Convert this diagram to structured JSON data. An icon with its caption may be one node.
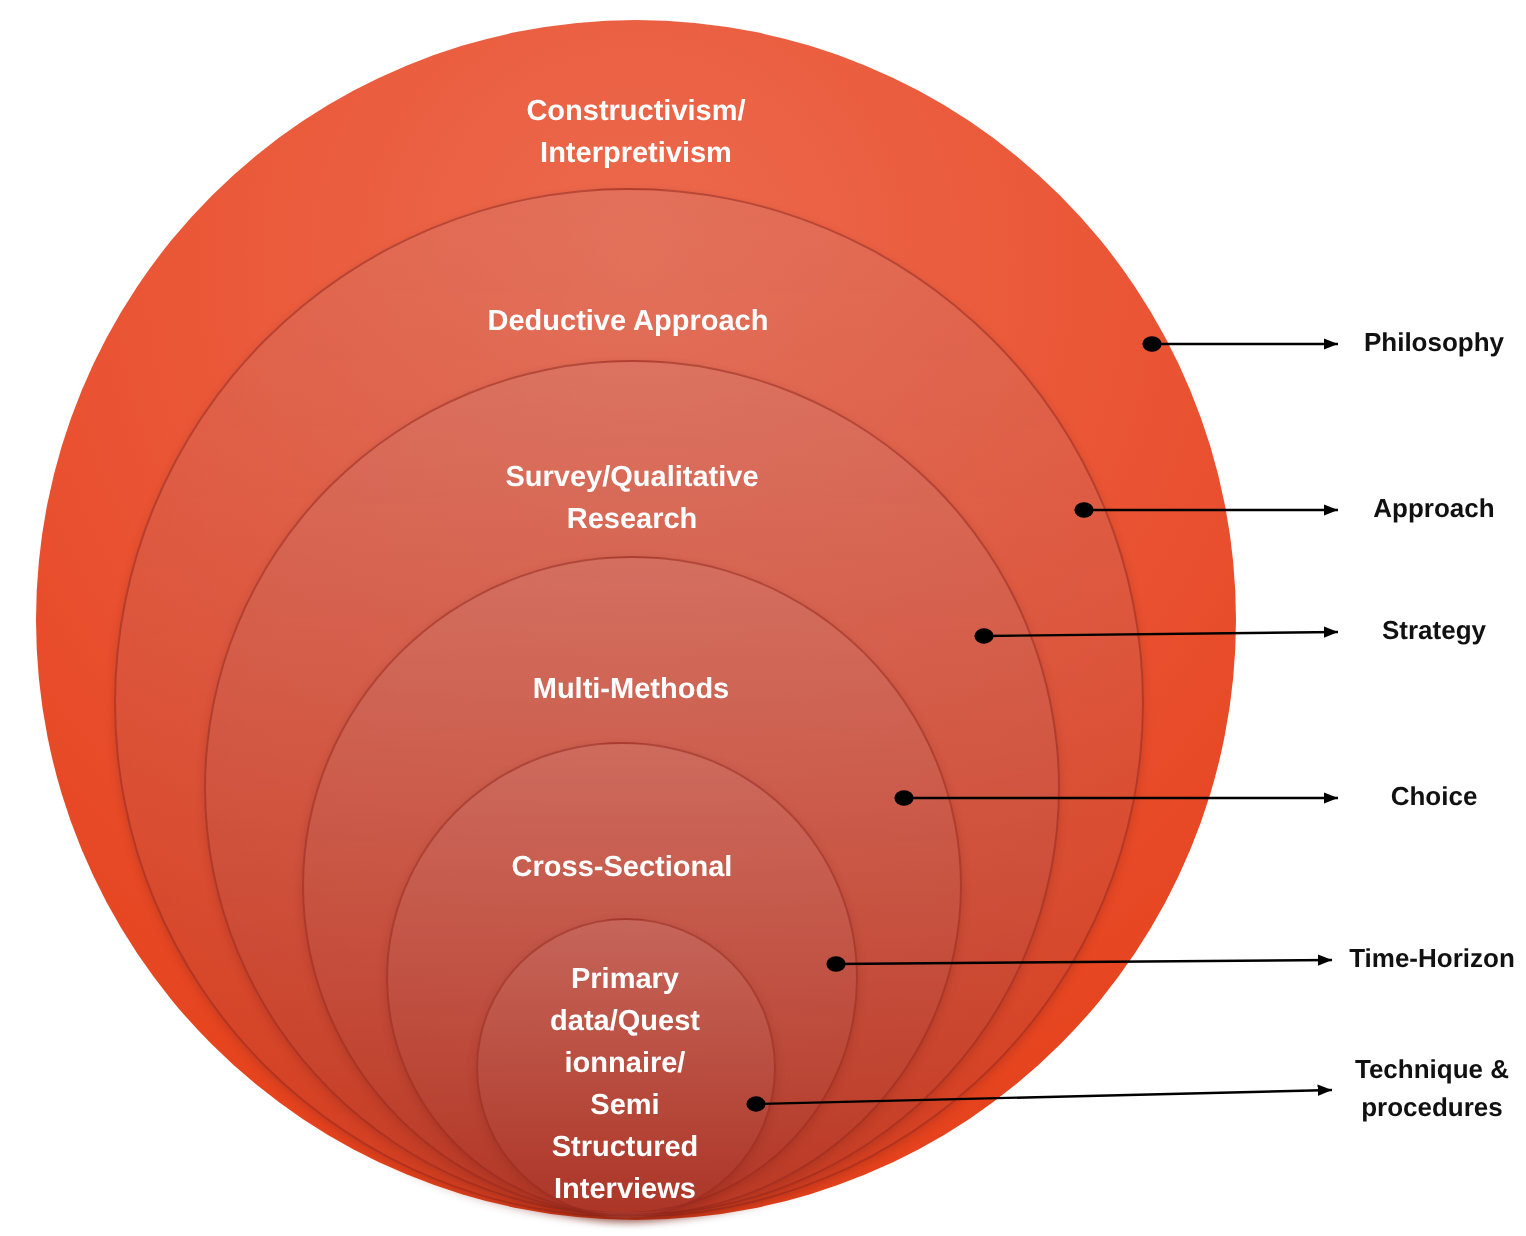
{
  "diagram": {
    "nodes": [
      {
        "text": [
          "Constructivism/ Interpretivism"
        ]
      },
      {
        "text": [
          "Deductive Approach"
        ],
        "in": 0
      },
      {
        "text": [
          "Survey/Qualitative Research"
        ],
        "in": 1
      },
      {
        "text": [
          "Multi-Methods"
        ],
        "in": 2
      },
      {
        "text": [
          "Cross-Sectional"
        ],
        "in": 3
      },
      {
        "text": [
          "Primary data/Quest ionnaire/ Semi Structured Interviews"
        ],
        "in": 4
      },
      {
        "text": [
          "Philosophy"
        ]
      },
      {
        "text": [
          "Approach"
        ]
      },
      {
        "text": [
          "Strategy"
        ]
      },
      {
        "text": [
          "Choice"
        ]
      },
      {
        "text": [
          "Time-Horizon"
        ]
      },
      {
        "text": [
          "Technique & procedures"
        ]
      }
    ],
    "edges": [
      {
        "from": 0,
        "to": 6,
        "arrow": "to"
      },
      {
        "from": 1,
        "to": 7,
        "arrow": "to"
      },
      {
        "from": 2,
        "to": 8,
        "arrow": "to"
      },
      {
        "from": 3,
        "to": 9,
        "arrow": "to"
      },
      {
        "from": 4,
        "to": 10,
        "arrow": "to"
      },
      {
        "from": 5,
        "to": 11,
        "arrow": "to"
      }
    ]
  }
}
